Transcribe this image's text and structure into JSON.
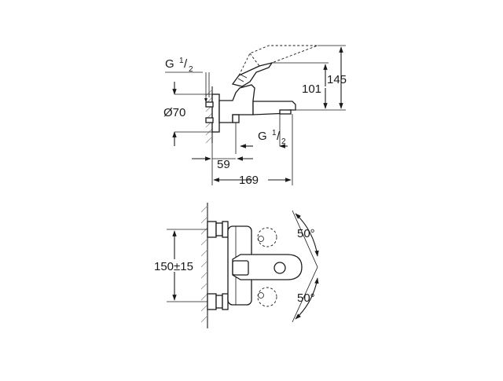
{
  "side_view": {
    "thread_top": "G",
    "thread_top_frac_num": "1",
    "thread_top_frac_den": "2",
    "diameter": "Ø70",
    "thread_bottom": "G",
    "thread_bottom_frac_num": "1",
    "thread_bottom_frac_den": "2",
    "dim_101": "101",
    "dim_145": "145",
    "dim_59": "59",
    "dim_169": "169"
  },
  "front_view": {
    "dim_centers": "150±15",
    "angle_top": "50°",
    "angle_bottom": "50°"
  },
  "colors": {
    "line": "#1a1a1a",
    "wall_hatch": "#8a8a8a",
    "background": "#ffffff"
  }
}
